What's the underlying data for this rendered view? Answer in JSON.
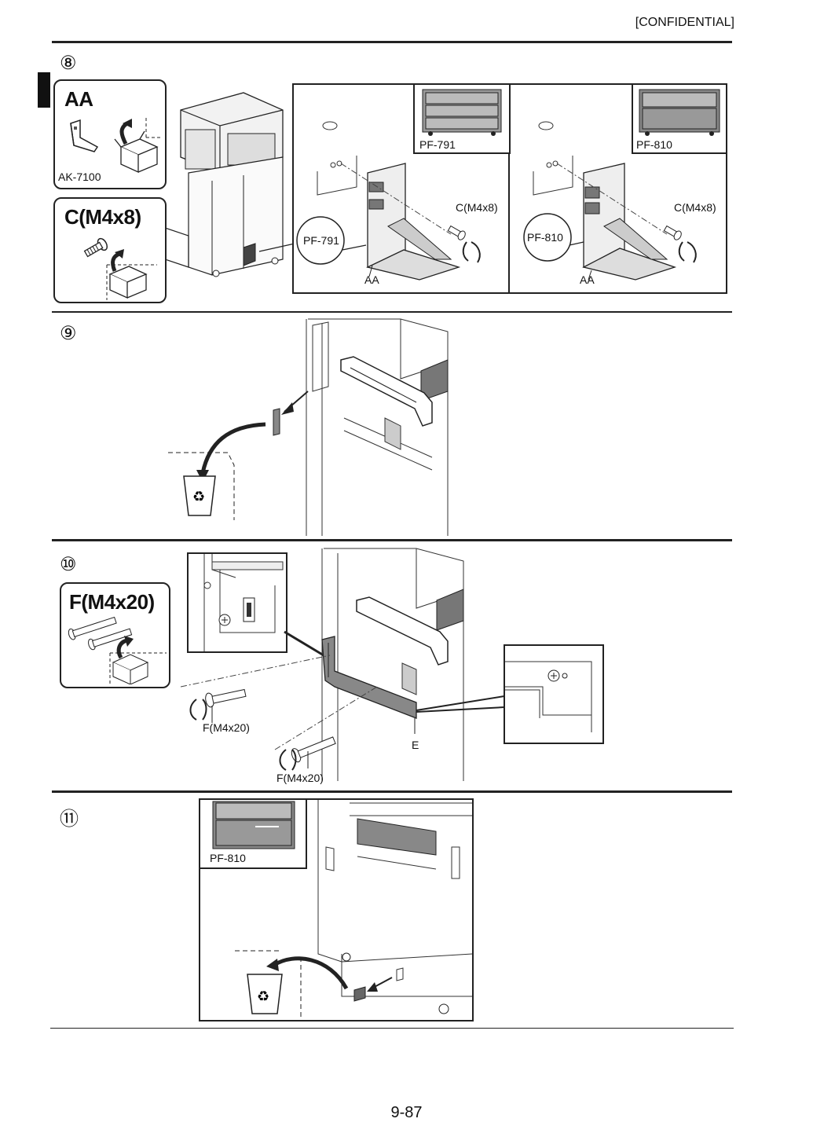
{
  "header": {
    "confidential": "[CONFIDENTIAL]"
  },
  "steps": [
    {
      "number": "⑧",
      "parts": [
        {
          "label": "AA",
          "model": "AK-7100"
        },
        {
          "label": "C(M4x8)"
        }
      ],
      "detail_left": {
        "model": "PF-791",
        "screw": "C(M4x8)",
        "circle": "PF-791",
        "part": "AA"
      },
      "detail_right": {
        "model": "PF-810",
        "screw": "C(M4x8)",
        "circle": "PF-810",
        "part": "AA"
      }
    },
    {
      "number": "⑨"
    },
    {
      "number": "⑩",
      "parts": [
        {
          "label": "F(M4x20)"
        }
      ],
      "callouts": {
        "screw_upper": "F(M4x20)",
        "screw_lower": "F(M4x20)",
        "part": "E"
      }
    },
    {
      "number": "⑪",
      "detail": {
        "model": "PF-810"
      }
    }
  ],
  "footer": {
    "page": "9-87"
  }
}
